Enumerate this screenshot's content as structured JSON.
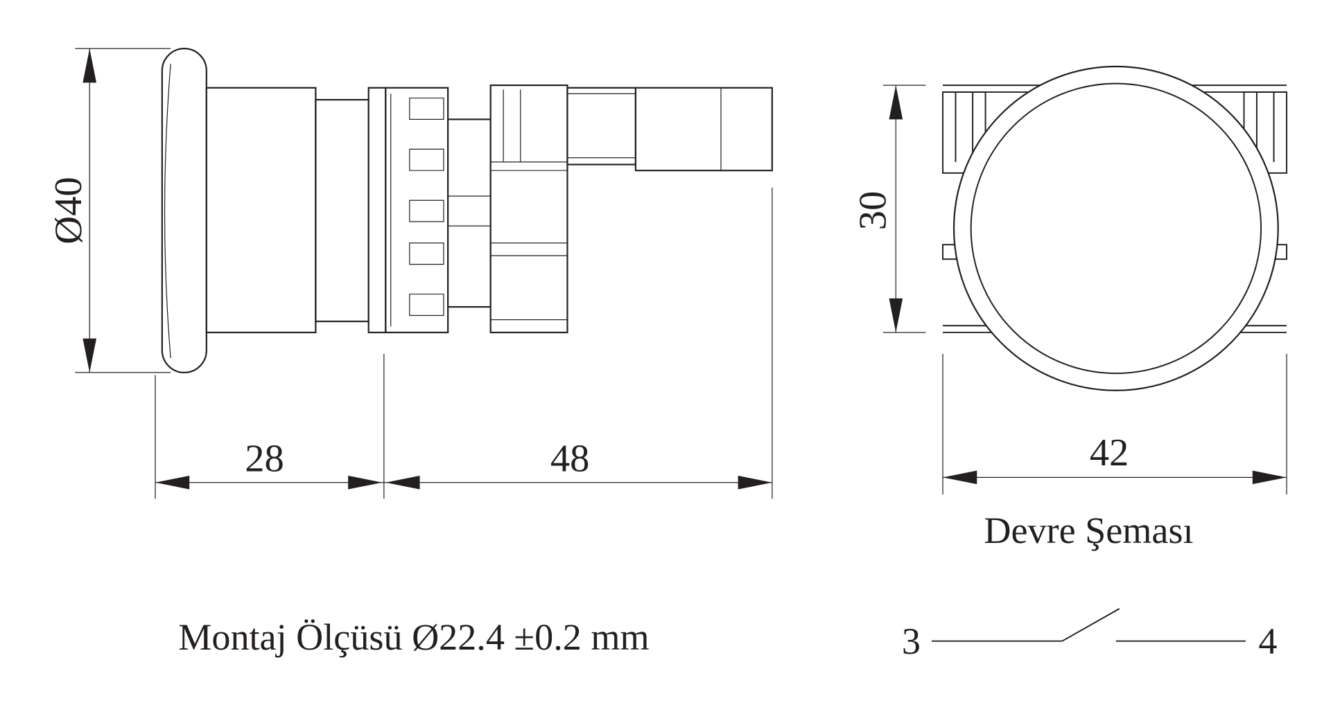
{
  "drawing": {
    "side_view": {
      "diameter_label": "Ø40",
      "dim_front_label": "28",
      "dim_body_label": "48"
    },
    "front_view": {
      "height_label": "30",
      "width_label": "42"
    },
    "circuit": {
      "title": "Devre Şeması",
      "terminal_left": "3",
      "terminal_right": "4"
    },
    "mounting_note": "Montaj Ölçüsü Ø22.4 ±0.2 mm"
  }
}
